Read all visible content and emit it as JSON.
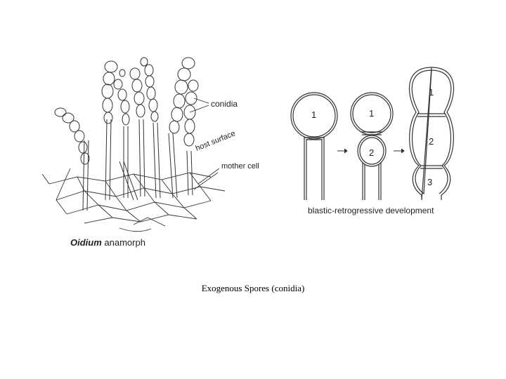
{
  "left_figure": {
    "labels": {
      "conidia": "conidia",
      "host_surface": "host surface",
      "mother_cell": "mother cell"
    },
    "title_italic": "Oidium",
    "title_rest": " anamorph"
  },
  "right_figure": {
    "cell_numbers": [
      "1",
      "1",
      "2",
      "1",
      "2",
      "3"
    ],
    "caption": "blastic-retrogressive development"
  },
  "page_caption": "Exogenous Spores (conidia)"
}
